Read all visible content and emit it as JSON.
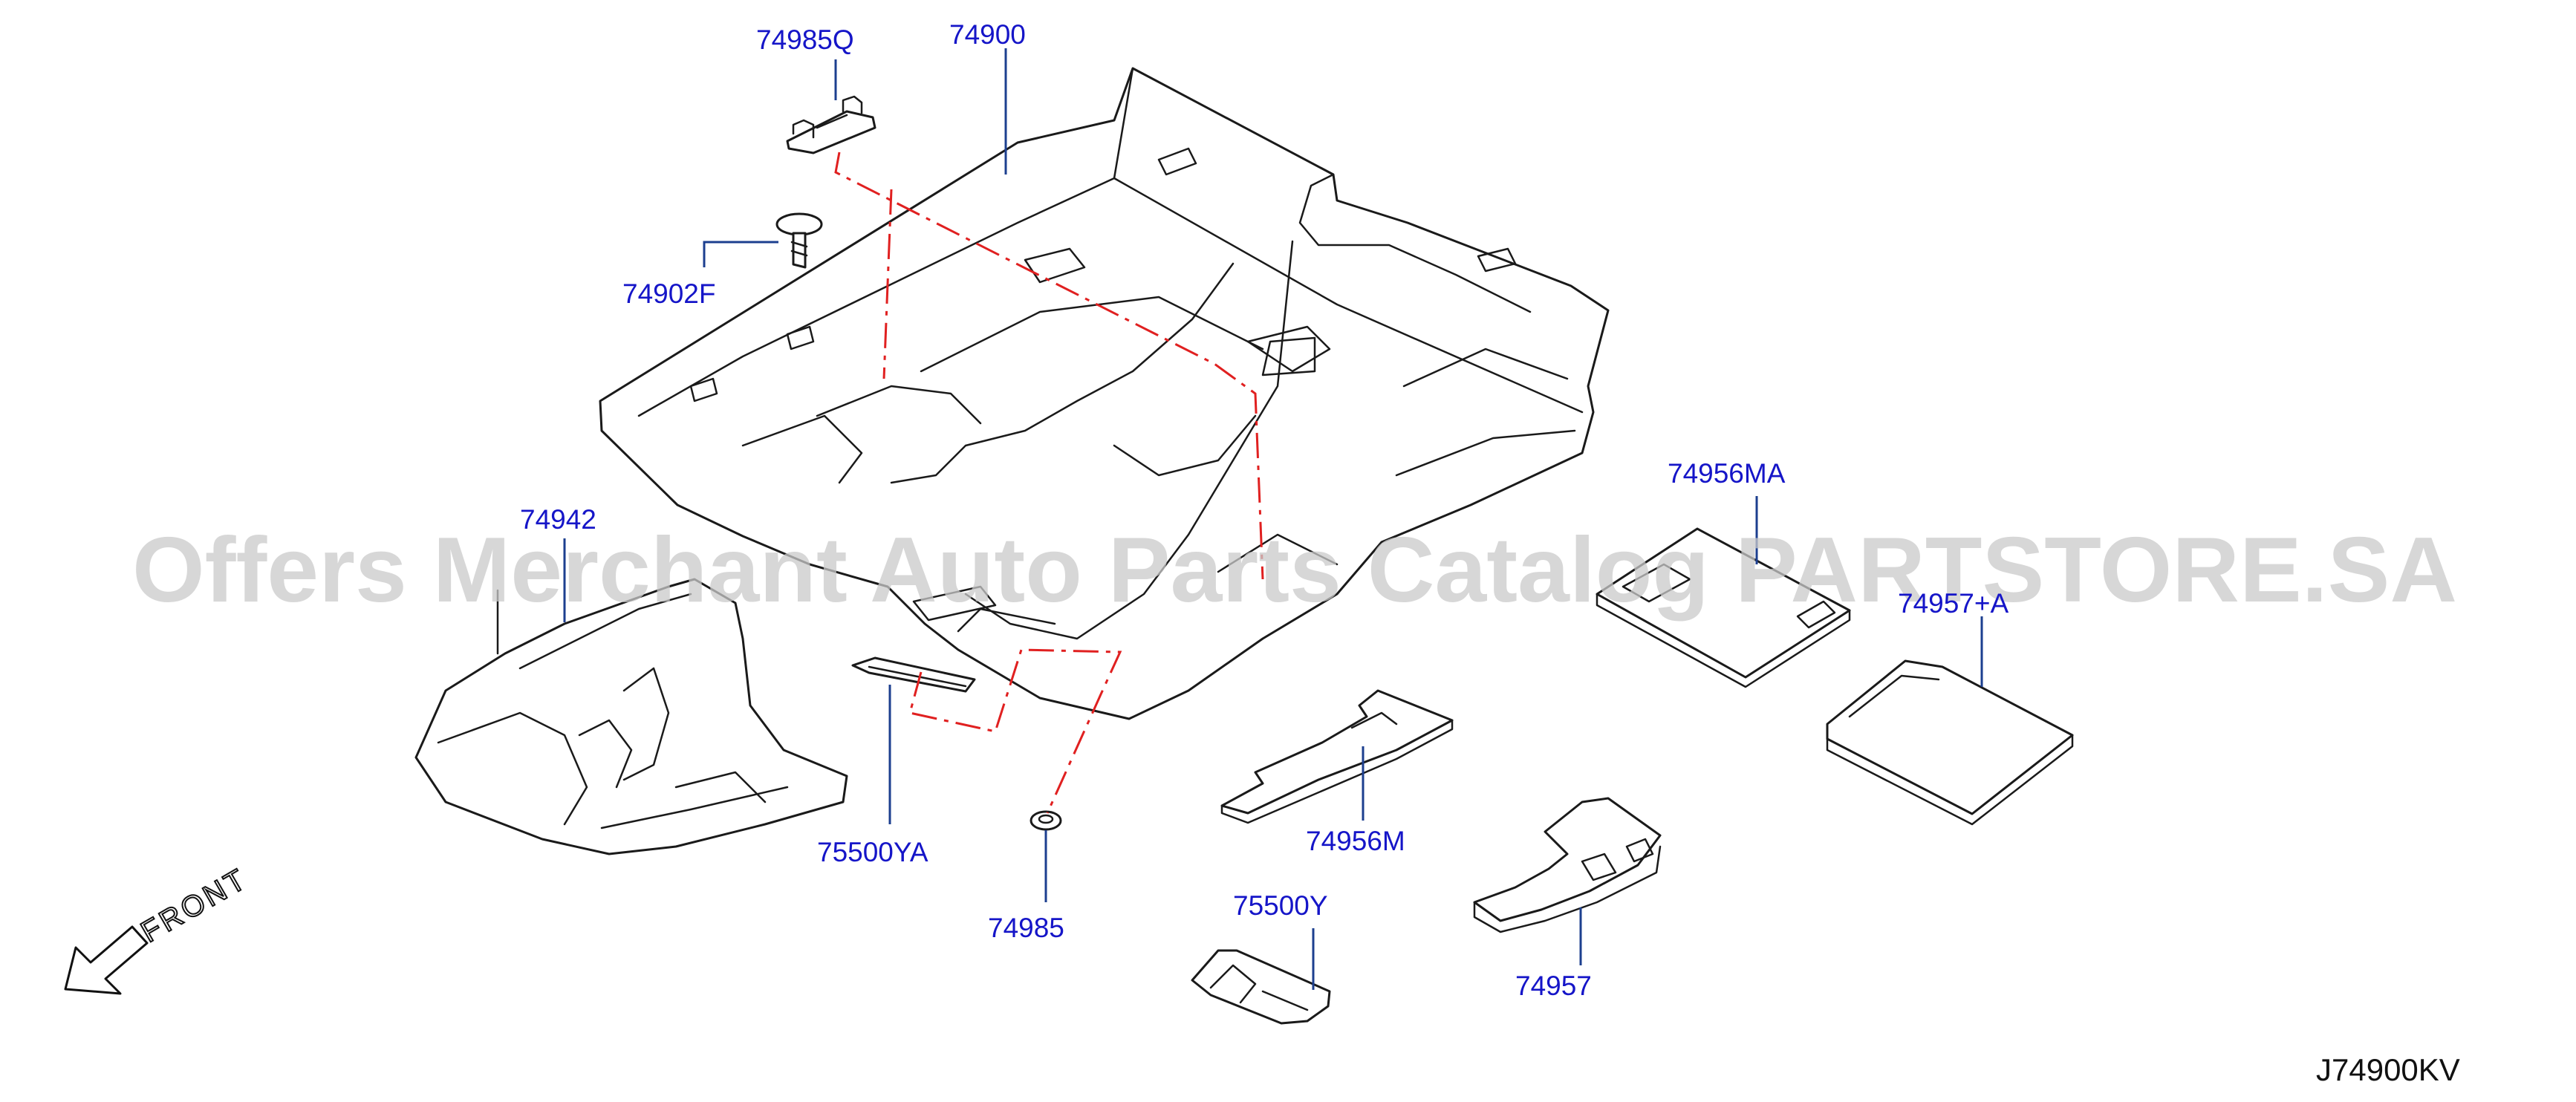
{
  "parts": [
    {
      "id": "74985Q"
    },
    {
      "id": "74900"
    },
    {
      "id": "74902F"
    },
    {
      "id": "74942"
    },
    {
      "id": "74956MA"
    },
    {
      "id": "74957+A"
    },
    {
      "id": "75500YA"
    },
    {
      "id": "74985"
    },
    {
      "id": "74956M"
    },
    {
      "id": "75500Y"
    },
    {
      "id": "74957"
    }
  ],
  "watermark": "Offers Merchant Auto Parts Catalog PARTSTORE.SA",
  "diagram_code": "J74900KV",
  "orientation": "FRONT",
  "colors": {
    "label": "#1515c8",
    "leader": "#1c3f8f",
    "dashed_guide": "#e02020",
    "line_art": "#1a1a1a",
    "watermark": "#c9c9c9"
  }
}
